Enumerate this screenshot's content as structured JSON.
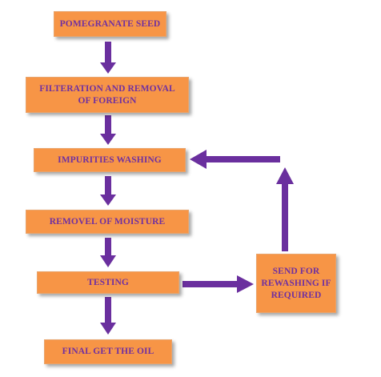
{
  "steps": {
    "seed": "POMEGRANATE SEED",
    "filter_line1": "FILTERATION AND REMOVAL",
    "filter_line2": "OF FOREIGN",
    "wash": "IMPURITIES WASHING",
    "moisture": "REMOVEL OF MOISTURE",
    "testing": "TESTING",
    "final": "FINAL GET THE OIL",
    "rewash_line1": "SEND FOR",
    "rewash_line2": "REWASHING IF",
    "rewash_line3": "REQUIRED"
  },
  "colors": {
    "box_fill": "#f79546",
    "text": "#7030a0",
    "arrow": "#7030a0"
  }
}
